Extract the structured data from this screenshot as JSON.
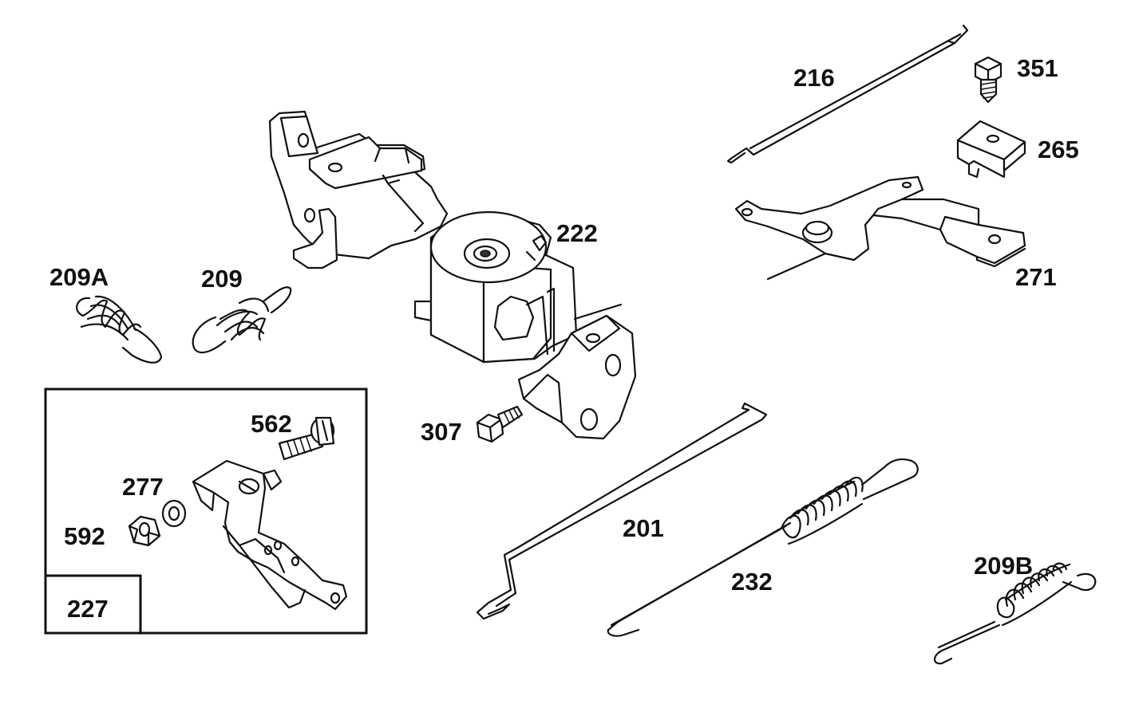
{
  "labels": {
    "p216": "216",
    "p351": "351",
    "p265": "265",
    "p271": "271",
    "p222": "222",
    "p209A": "209A",
    "p209": "209",
    "p307": "307",
    "p562": "562",
    "p277": "277",
    "p592": "592",
    "p227": "227",
    "p201": "201",
    "p232": "232",
    "p209B": "209B"
  }
}
